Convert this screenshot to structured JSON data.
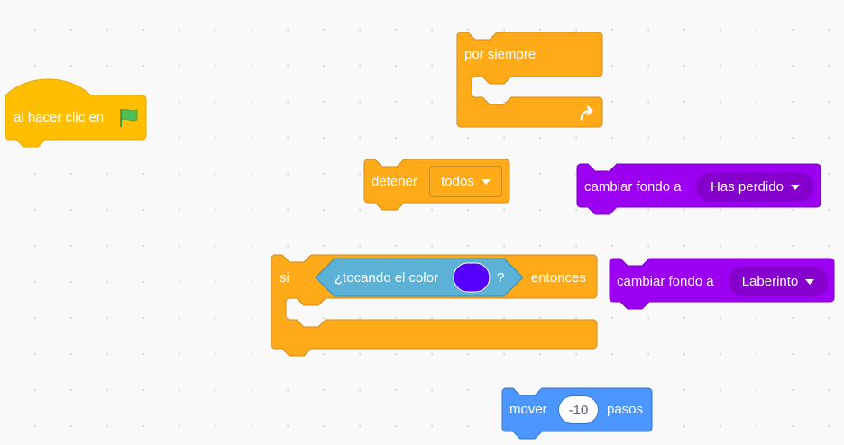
{
  "colors": {
    "events": "#FFBF00",
    "control": "#FFAB19",
    "looks": "#9C00F0",
    "sensing": "#5CB1D6",
    "motion": "#4C97FF",
    "touch_color": "#5500FF"
  },
  "blocks": {
    "when_flag": {
      "label": "al hacer clic en",
      "icon": "green-flag-icon"
    },
    "forever": {
      "label": "por siempre",
      "icon": "loop-arrow-icon"
    },
    "stop": {
      "label": "detener",
      "option": "todos"
    },
    "switch_backdrop_1": {
      "label": "cambiar fondo a",
      "option": "Has perdido"
    },
    "switch_backdrop_2": {
      "label": "cambiar fondo a",
      "option": "Laberinto"
    },
    "if": {
      "label": "si",
      "then": "entonces",
      "condition": {
        "label": "¿tocando el color",
        "question": "?"
      }
    },
    "move": {
      "label": "mover",
      "value": "-10",
      "unit": "pasos"
    }
  }
}
